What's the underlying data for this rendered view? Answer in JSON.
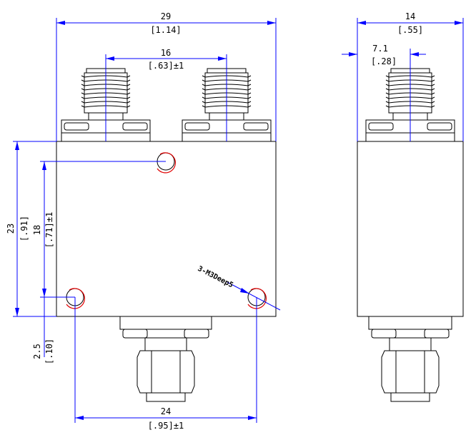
{
  "front_view": {
    "width_mm": "29",
    "width_in": "[1.14]",
    "connector_spacing_mm": "16",
    "connector_spacing_in": "[.63]±1",
    "height_mm": "23",
    "height_in": "[.91]",
    "hole_spacing_v_mm": "18",
    "hole_spacing_v_in": "[.71]±1",
    "hole_offset_mm": "2.5",
    "hole_offset_in": "[.10]",
    "hole_spacing_h_mm": "24",
    "hole_spacing_h_in": "[.95]±1",
    "hole_callout": "3-M3Deep5"
  },
  "side_view": {
    "width_mm": "14",
    "width_in": "[.55]",
    "connector_offset_mm": "7.1",
    "connector_offset_in": "[.28]"
  },
  "colors": {
    "outline": "#000000",
    "dimension": "#0000ff",
    "hole_mark": "#e00000"
  }
}
